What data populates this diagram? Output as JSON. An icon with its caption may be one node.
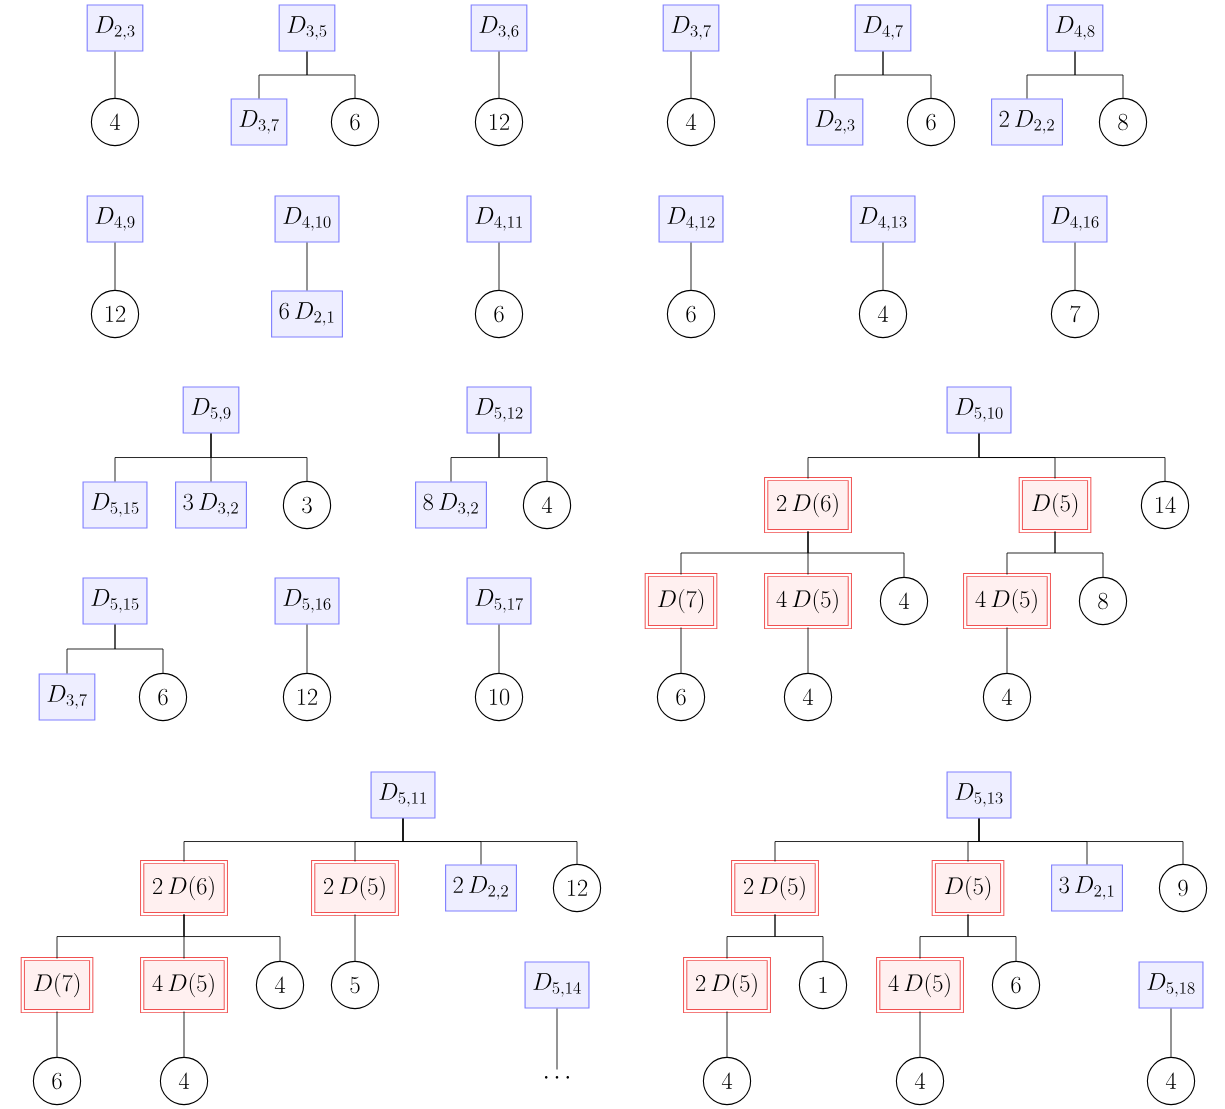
{
  "diagram": {
    "nodes": [
      {
        "text": [
          "D_{2,3}"
        ]
      },
      {
        "text": [
          "4"
        ]
      },
      {
        "text": [
          "D_{3,5}"
        ]
      },
      {
        "text": [
          "D_{3,7}"
        ]
      },
      {
        "text": [
          "6"
        ]
      },
      {
        "text": [
          "D_{3,6}"
        ]
      },
      {
        "text": [
          "12"
        ]
      },
      {
        "text": [
          "D_{3,7}"
        ]
      },
      {
        "text": [
          "4"
        ]
      },
      {
        "text": [
          "D_{4,7}"
        ]
      },
      {
        "text": [
          "D_{2,3}"
        ]
      },
      {
        "text": [
          "6"
        ]
      },
      {
        "text": [
          "D_{4,8}"
        ]
      },
      {
        "text": [
          "2\\,D_{2,2}"
        ]
      },
      {
        "text": [
          "8"
        ]
      },
      {
        "text": [
          "D_{4,9}"
        ]
      },
      {
        "text": [
          "12"
        ]
      },
      {
        "text": [
          "D_{4,10}"
        ]
      },
      {
        "text": [
          "6\\,D_{2,1}"
        ]
      },
      {
        "text": [
          "D_{4,11}"
        ]
      },
      {
        "text": [
          "6"
        ]
      },
      {
        "text": [
          "D_{4,12}"
        ]
      },
      {
        "text": [
          "6"
        ]
      },
      {
        "text": [
          "D_{4,13}"
        ]
      },
      {
        "text": [
          "4"
        ]
      },
      {
        "text": [
          "D_{4,16}"
        ]
      },
      {
        "text": [
          "7"
        ]
      },
      {
        "text": [
          "D_{5,9}"
        ]
      },
      {
        "text": [
          "D_{5,15}"
        ]
      },
      {
        "text": [
          "3\\,D_{3,2}"
        ]
      },
      {
        "text": [
          "3"
        ]
      },
      {
        "text": [
          "D_{5,12}"
        ]
      },
      {
        "text": [
          "8\\,D_{3,2}"
        ]
      },
      {
        "text": [
          "4"
        ]
      },
      {
        "text": [
          "D_{5,10}"
        ]
      },
      {
        "text": [
          "2\\,D(6)"
        ]
      },
      {
        "text": [
          "D(5)"
        ]
      },
      {
        "text": [
          "14"
        ]
      },
      {
        "text": [
          "D(7)"
        ]
      },
      {
        "text": [
          "4\\,D(5)"
        ]
      },
      {
        "text": [
          "4"
        ]
      },
      {
        "text": [
          "4\\,D(5)"
        ]
      },
      {
        "text": [
          "8"
        ]
      },
      {
        "text": [
          "6"
        ]
      },
      {
        "text": [
          "4"
        ]
      },
      {
        "text": [
          "4"
        ]
      },
      {
        "text": [
          "D_{5,15}"
        ]
      },
      {
        "text": [
          "D_{3,7}"
        ]
      },
      {
        "text": [
          "6"
        ]
      },
      {
        "text": [
          "D_{5,16}"
        ]
      },
      {
        "text": [
          "12"
        ]
      },
      {
        "text": [
          "D_{5,17}"
        ]
      },
      {
        "text": [
          "10"
        ]
      },
      {
        "text": [
          "D_{5,11}"
        ]
      },
      {
        "text": [
          "2\\,D(6)"
        ]
      },
      {
        "text": [
          "2\\,D(5)"
        ]
      },
      {
        "text": [
          "2\\,D_{2,2}"
        ]
      },
      {
        "text": [
          "12"
        ]
      },
      {
        "text": [
          "D(7)"
        ]
      },
      {
        "text": [
          "4\\,D(5)"
        ]
      },
      {
        "text": [
          "4"
        ]
      },
      {
        "text": [
          "5"
        ]
      },
      {
        "text": [
          "6"
        ]
      },
      {
        "text": [
          "4"
        ]
      },
      {
        "text": [
          "D_{5,14}"
        ]
      },
      {
        "text": [
          "\\cdots"
        ]
      },
      {
        "text": [
          "D_{5,13}"
        ]
      },
      {
        "text": [
          "2\\,D(5)"
        ]
      },
      {
        "text": [
          "D(5)"
        ]
      },
      {
        "text": [
          "3\\,D_{2,1}"
        ]
      },
      {
        "text": [
          "9"
        ]
      },
      {
        "text": [
          "2\\,D(5)"
        ]
      },
      {
        "text": [
          "1"
        ]
      },
      {
        "text": [
          "4\\,D(5)"
        ]
      },
      {
        "text": [
          "6"
        ]
      },
      {
        "text": [
          "4"
        ]
      },
      {
        "text": [
          "4"
        ]
      },
      {
        "text": [
          "D_{5,18}"
        ]
      },
      {
        "text": [
          "4"
        ]
      }
    ],
    "edges": [
      {
        "from": 0,
        "to": 1,
        "arrow": "none"
      },
      {
        "from": 2,
        "to": 3,
        "arrow": "none"
      },
      {
        "from": 2,
        "to": 4,
        "arrow": "none"
      },
      {
        "from": 5,
        "to": 6,
        "arrow": "none"
      },
      {
        "from": 7,
        "to": 8,
        "arrow": "none"
      },
      {
        "from": 9,
        "to": 10,
        "arrow": "none"
      },
      {
        "from": 9,
        "to": 11,
        "arrow": "none"
      },
      {
        "from": 12,
        "to": 13,
        "arrow": "none"
      },
      {
        "from": 12,
        "to": 14,
        "arrow": "none"
      },
      {
        "from": 15,
        "to": 16,
        "arrow": "none"
      },
      {
        "from": 17,
        "to": 18,
        "arrow": "none"
      },
      {
        "from": 19,
        "to": 20,
        "arrow": "none"
      },
      {
        "from": 21,
        "to": 22,
        "arrow": "none"
      },
      {
        "from": 23,
        "to": 24,
        "arrow": "none"
      },
      {
        "from": 25,
        "to": 26,
        "arrow": "none"
      },
      {
        "from": 27,
        "to": 28,
        "arrow": "none"
      },
      {
        "from": 27,
        "to": 29,
        "arrow": "none"
      },
      {
        "from": 27,
        "to": 30,
        "arrow": "none"
      },
      {
        "from": 31,
        "to": 32,
        "arrow": "none"
      },
      {
        "from": 31,
        "to": 33,
        "arrow": "none"
      },
      {
        "from": 34,
        "to": 35,
        "arrow": "none"
      },
      {
        "from": 34,
        "to": 36,
        "arrow": "none"
      },
      {
        "from": 34,
        "to": 37,
        "arrow": "none"
      },
      {
        "from": 35,
        "to": 38,
        "arrow": "none"
      },
      {
        "from": 35,
        "to": 39,
        "arrow": "none"
      },
      {
        "from": 35,
        "to": 40,
        "arrow": "none"
      },
      {
        "from": 36,
        "to": 41,
        "arrow": "none"
      },
      {
        "from": 36,
        "to": 42,
        "arrow": "none"
      },
      {
        "from": 38,
        "to": 43,
        "arrow": "none"
      },
      {
        "from": 39,
        "to": 44,
        "arrow": "none"
      },
      {
        "from": 41,
        "to": 45,
        "arrow": "none"
      },
      {
        "from": 46,
        "to": 47,
        "arrow": "none"
      },
      {
        "from": 46,
        "to": 48,
        "arrow": "none"
      },
      {
        "from": 49,
        "to": 50,
        "arrow": "none"
      },
      {
        "from": 51,
        "to": 52,
        "arrow": "none"
      },
      {
        "from": 53,
        "to": 54,
        "arrow": "none"
      },
      {
        "from": 53,
        "to": 55,
        "arrow": "none"
      },
      {
        "from": 53,
        "to": 56,
        "arrow": "none"
      },
      {
        "from": 53,
        "to": 57,
        "arrow": "none"
      },
      {
        "from": 54,
        "to": 58,
        "arrow": "none"
      },
      {
        "from": 54,
        "to": 59,
        "arrow": "none"
      },
      {
        "from": 54,
        "to": 60,
        "arrow": "none"
      },
      {
        "from": 55,
        "to": 61,
        "arrow": "none"
      },
      {
        "from": 58,
        "to": 62,
        "arrow": "none"
      },
      {
        "from": 59,
        "to": 63,
        "arrow": "none"
      },
      {
        "from": 64,
        "to": 65,
        "arrow": "none"
      },
      {
        "from": 66,
        "to": 67,
        "arrow": "none"
      },
      {
        "from": 66,
        "to": 68,
        "arrow": "none"
      },
      {
        "from": 66,
        "to": 69,
        "arrow": "none"
      },
      {
        "from": 66,
        "to": 70,
        "arrow": "none"
      },
      {
        "from": 67,
        "to": 71,
        "arrow": "none"
      },
      {
        "from": 67,
        "to": 72,
        "arrow": "none"
      },
      {
        "from": 68,
        "to": 73,
        "arrow": "none"
      },
      {
        "from": 68,
        "to": 74,
        "arrow": "none"
      },
      {
        "from": 71,
        "to": 75,
        "arrow": "none"
      },
      {
        "from": 73,
        "to": 76,
        "arrow": "none"
      },
      {
        "from": 77,
        "to": 78,
        "arrow": "none"
      }
    ]
  }
}
